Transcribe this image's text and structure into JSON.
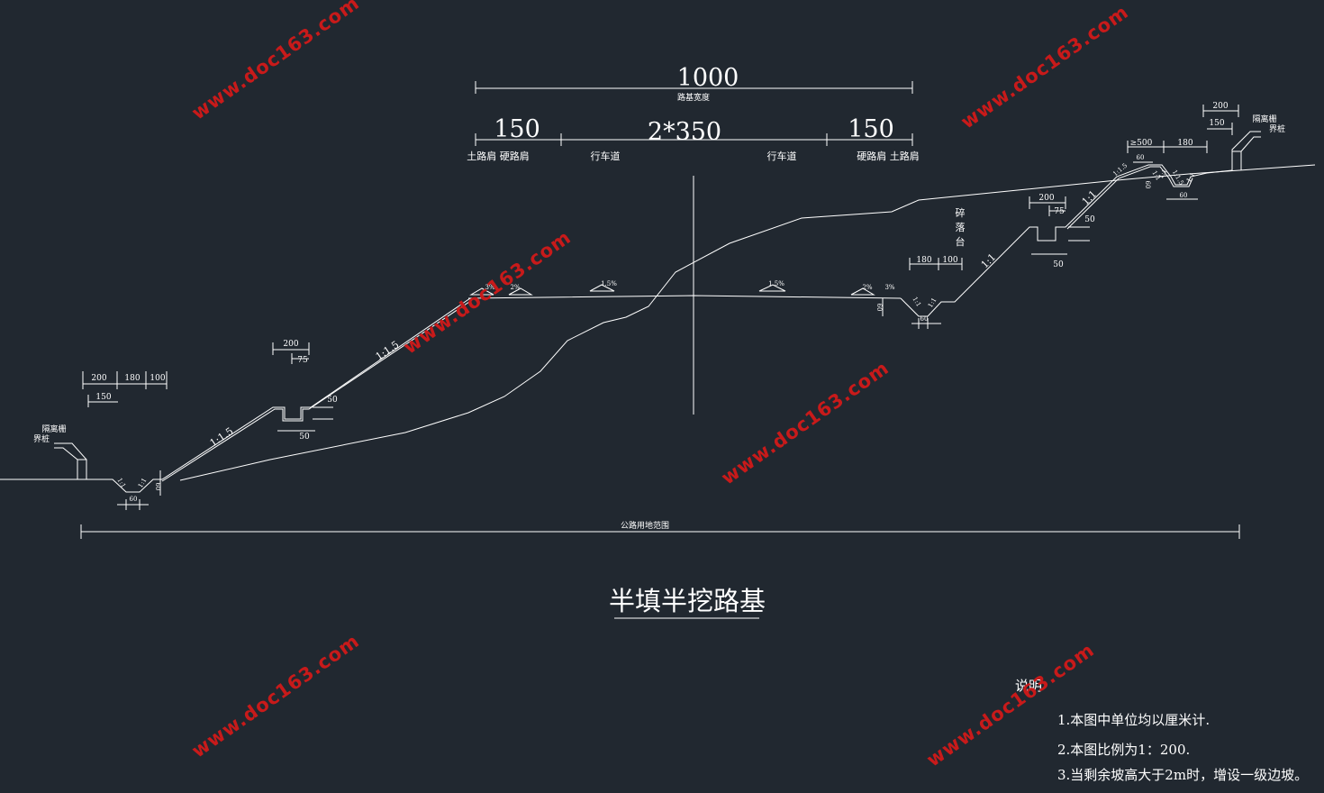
{
  "dims": {
    "total": "1000",
    "total_label": "路基宽度",
    "left_shoulder": "150",
    "lanes": "2*350",
    "right_shoulder": "150",
    "lane_labels": [
      "土路肩 硬路肩",
      "行车道",
      "行车道",
      "硬路肩 土路肩"
    ],
    "slope_1_5_pct_left": "1.5%",
    "slope_1_5_pct_right": "1.5%",
    "crown_left_3": "3%",
    "crown_left_2": "2%",
    "crown_right_2": "2%",
    "crown_right_3": "3%"
  },
  "left": {
    "fence_label_1": "隔离栅",
    "fence_label_2": "界桩",
    "d200": "200",
    "d180": "180",
    "d100": "100",
    "d150": "150",
    "slope_bottom": "1:1.5",
    "slope_top": "1:1.5",
    "platform_200": "200",
    "platform_75": "75",
    "platform_50a": "50",
    "platform_50b": "50",
    "ditch_11a": "1:1",
    "ditch_11b": "1:1",
    "ditch_60": "60",
    "ditch_60v": "60"
  },
  "right": {
    "fence_label_1": "隔离栅",
    "fence_label_2": "界桩",
    "d200": "200",
    "d150": "150",
    "ge500": "≥500",
    "d180": "180",
    "d60a": "60",
    "d60b": "60",
    "d60v": "60",
    "slope_top": "1:1.5",
    "slope_mid1": "1:1",
    "slope_mid2": "1:1",
    "slope_mid3": "1:1.5",
    "slope_mid4": "1:1",
    "slope_low": "1:1",
    "berm_label_1": "碎",
    "berm_label_2": "落",
    "berm_label_3": "台",
    "berm_180": "180",
    "berm_100": "100",
    "platform_200": "200",
    "platform_75": "75",
    "platform_50a": "50",
    "platform_50b": "50",
    "ditch_11a": "1:1",
    "ditch_11b": "1:1",
    "ditch_60": "60",
    "ditch_60v": "60"
  },
  "land_range": "公路用地范围",
  "title": "半填半挖路基",
  "notes": {
    "heading": "说明",
    "items": [
      "1.本图中单位均以厘米计.",
      "2.本图比例为1：200.",
      "3.当剩余坡高大于2m时，增设一级边坡。"
    ]
  },
  "watermark": "www.doc163.com"
}
